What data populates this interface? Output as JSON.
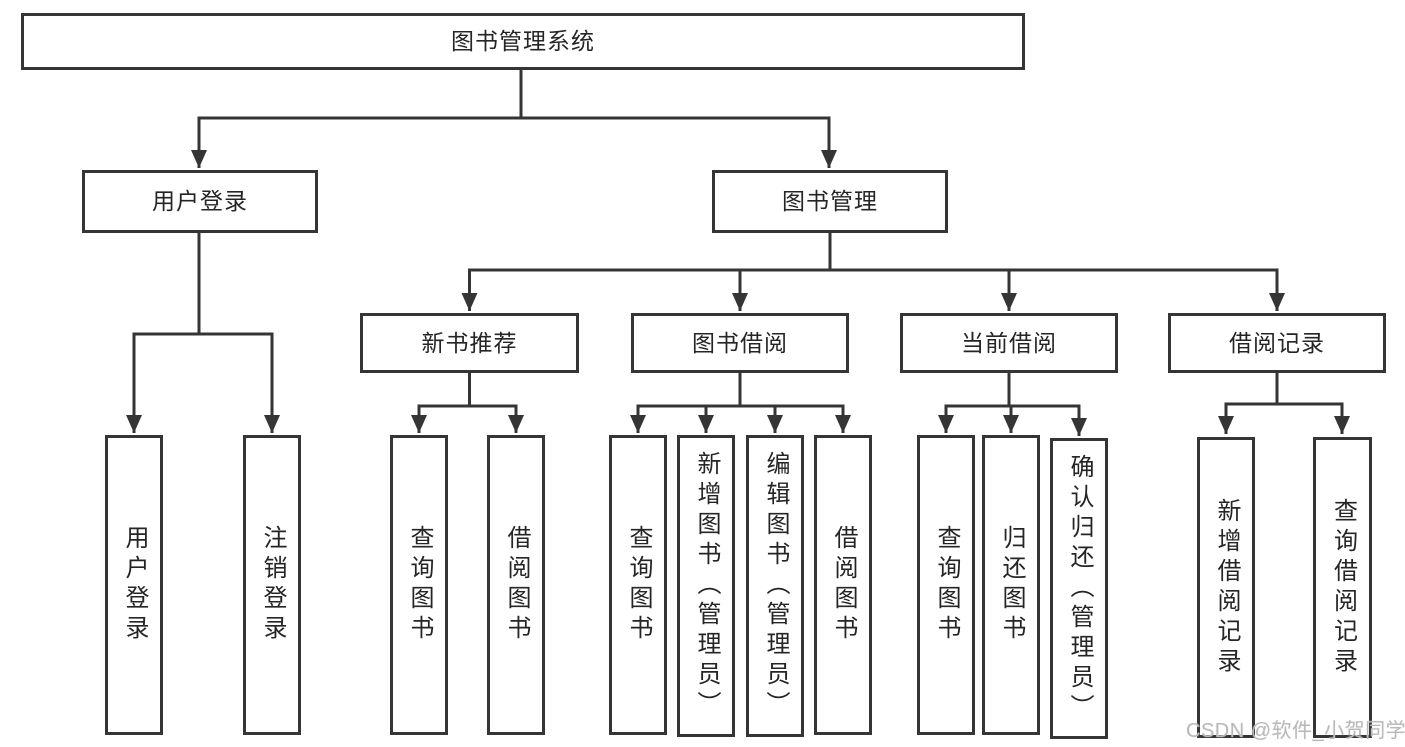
{
  "diagram": {
    "root": {
      "label": "图书管理系统"
    },
    "branches": [
      {
        "label": "用户登录",
        "children": [
          "用户登录",
          "注销登录"
        ]
      },
      {
        "label": "图书管理",
        "children": [
          {
            "label": "新书推荐",
            "children": [
              "查询图书",
              "借阅图书"
            ]
          },
          {
            "label": "图书借阅",
            "children": [
              "查询图书",
              "新增图书（管理员）",
              "编辑图书（管理员）",
              "借阅图书"
            ]
          },
          {
            "label": "当前借阅",
            "children": [
              "查询图书",
              "归还图书",
              "确认归还（管理员）"
            ]
          },
          {
            "label": "借阅记录",
            "children": [
              "新增借阅记录",
              "查询借阅记录"
            ]
          }
        ]
      }
    ],
    "colors": {
      "line": "#353535",
      "text": "#252525",
      "watermark": "#b9b9b9",
      "background": "#ffffff"
    },
    "watermark": "CSDN @软件_小贺同学"
  }
}
